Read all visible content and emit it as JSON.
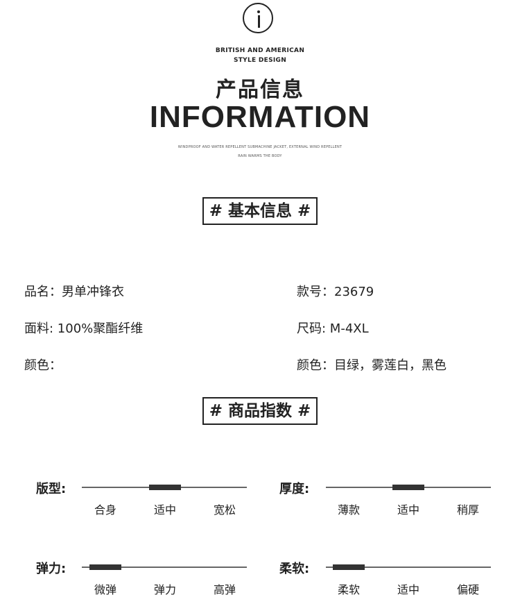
{
  "header": {
    "brand_line1": "BRITISH AND AMERICAN",
    "brand_line2": "STYLE DESIGN",
    "title_cn": "产品信息",
    "title_en": "INFORMATION",
    "tagline1": "WINDPROOF AND WATER REPELLENT SUBMACHINE JACKET, EXTERNAL WIND REPELLENT",
    "tagline2": "RAIN WARMS THE BODY",
    "icon": "info-icon"
  },
  "basic": {
    "heading": "# 基本信息 #",
    "fields": [
      {
        "label": "品名",
        "value": "男单冲锋衣"
      },
      {
        "label": "款号",
        "value": "23679"
      },
      {
        "label": "面料",
        "value": "100%聚酯纤维"
      },
      {
        "label": "尺码",
        "value": "M-4XL"
      },
      {
        "label": "颜色",
        "value": ""
      },
      {
        "label": "颜色",
        "value": "目绿，雾莲白，黑色"
      }
    ]
  },
  "index": {
    "heading": "# 商品指数 #",
    "gauges": [
      {
        "label": "版型:",
        "ticks": [
          "合身",
          "适中",
          "宽松"
        ],
        "level": 0.5
      },
      {
        "label": "厚度:",
        "ticks": [
          "薄款",
          "适中",
          "稍厚"
        ],
        "level": 0.5
      },
      {
        "label": "弹力:",
        "ticks": [
          "微弹",
          "弹力",
          "高弹"
        ],
        "level": 0.0
      },
      {
        "label": "柔软:",
        "ticks": [
          "柔软",
          "适中",
          "偏硬"
        ],
        "level": 0.0
      }
    ]
  }
}
